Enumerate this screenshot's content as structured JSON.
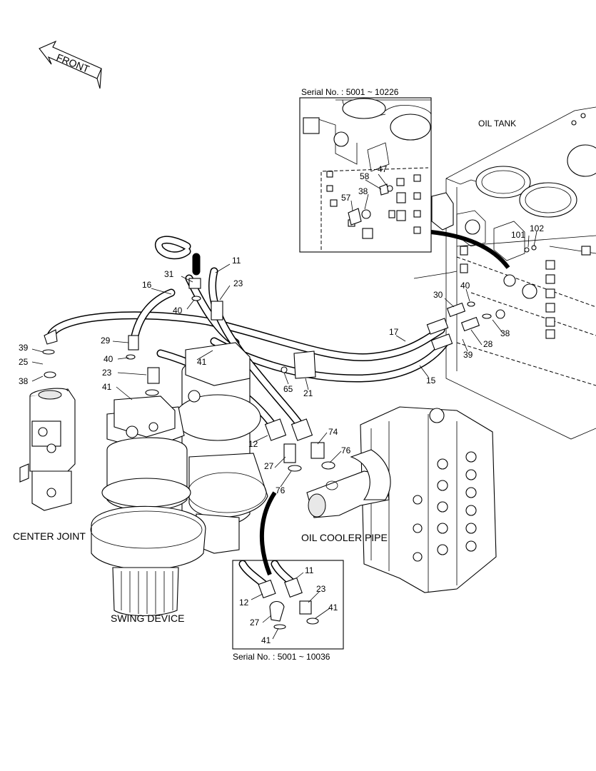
{
  "direction_label": "FRONT",
  "inset_top_serial": "Serial No. : 5001 ~ 10226",
  "inset_bottom_serial": "Serial No. : 5001 ~ 10036",
  "component_labels": {
    "oil_tank": "OIL TANK",
    "center_joint": "CENTER JOINT",
    "oil_cooler_pipe": "OIL COOLER PIPE",
    "swing_device": "SWING DEVICE"
  },
  "callouts": {
    "c47": "47",
    "c58": "58",
    "c38a": "38",
    "c57": "57",
    "c101": "101",
    "c102": "102",
    "c11": "11",
    "c31": "31",
    "c16": "16",
    "c23a": "23",
    "c40a": "40",
    "c30": "30",
    "c40b": "40",
    "c38b": "38",
    "c17": "17",
    "c28": "28",
    "c39b": "39",
    "c29": "29",
    "c40c": "40",
    "c41a": "41",
    "c23b": "23",
    "c41b": "41",
    "c39a": "39",
    "c25": "25",
    "c38c": "38",
    "c65": "65",
    "c21": "21",
    "c15": "15",
    "c74": "74",
    "c76a": "76",
    "c12a": "12",
    "c27a": "27",
    "c76b": "76",
    "c11b": "11",
    "c23c": "23",
    "c12b": "12",
    "c41c": "41",
    "c27b": "27",
    "c41d": "41"
  }
}
